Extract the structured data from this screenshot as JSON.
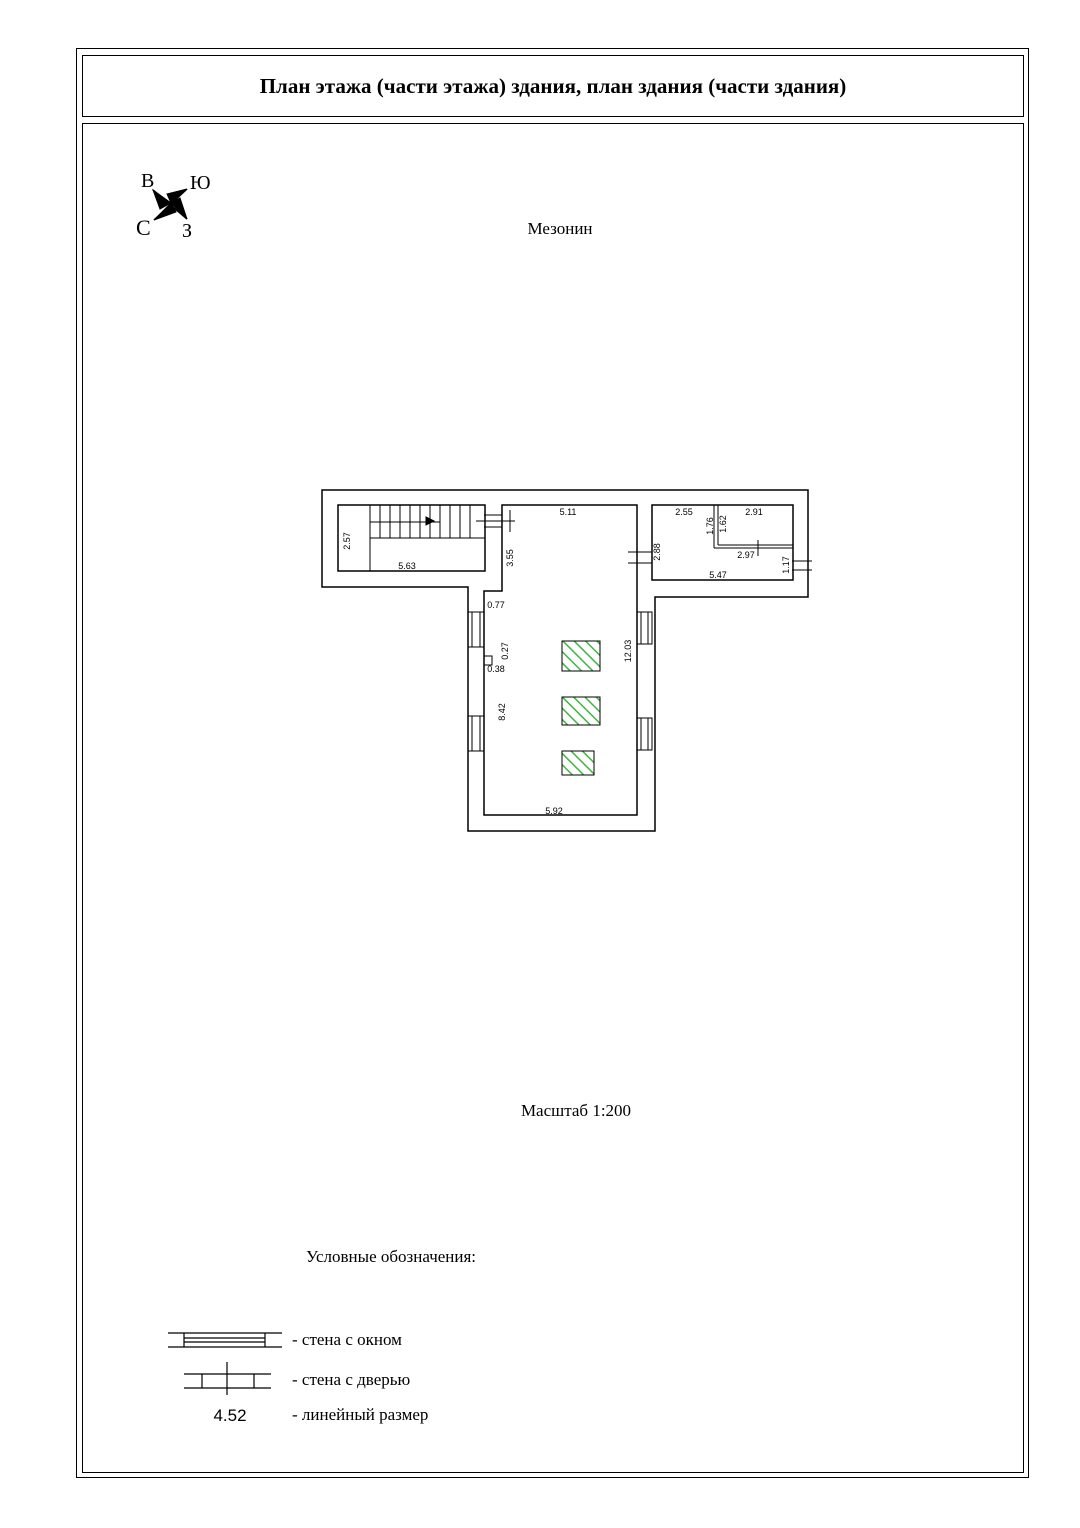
{
  "title": "План этажа (части этажа) здания, план здания (части здания)",
  "floor_name": "Мезонин",
  "compass": {
    "icon": "compass-icon",
    "east": "В",
    "south": "Ю",
    "north": "С",
    "west": "З"
  },
  "scale": "Масштаб 1:200",
  "dimensions": {
    "stair_length": "5.63",
    "stair_width": "2.57",
    "main_top": "5.11",
    "main_bottom": "5.92",
    "main_length": "12.03",
    "stair_wall": "3.55",
    "w077": "0.77",
    "w027": "0.27",
    "w038": "0.38",
    "w842": "8.42",
    "right_255": "2.55",
    "right_291": "2.91",
    "right_176": "1.76",
    "right_162": "1.62",
    "right_288": "2.88",
    "right_297": "2.97",
    "right_547": "5.47",
    "right_117": "1.17"
  },
  "legend": {
    "title": "Условные обозначения:",
    "window_label": "- стена с окном",
    "door_label": "- стена с дверью",
    "dim_sample": "4.52",
    "dim_label": "- линейный размер"
  },
  "colors": {
    "hatch": "#3fb53f",
    "lines": "#000000"
  }
}
